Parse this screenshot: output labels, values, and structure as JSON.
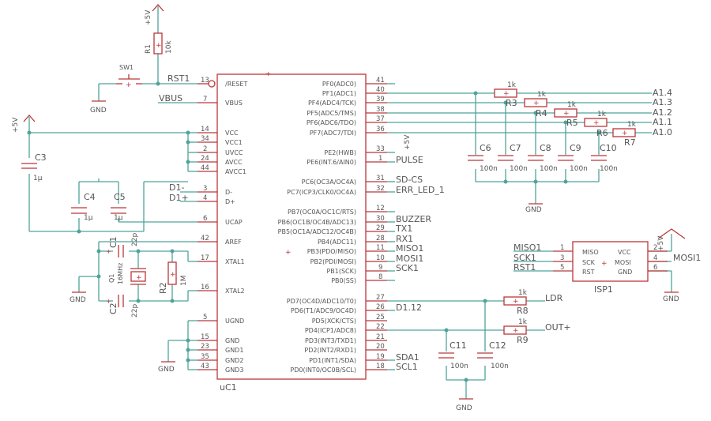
{
  "supply": {
    "vcc": "+5V",
    "gnd": "GND"
  },
  "mcu": {
    "name": "uC1",
    "left_pins": [
      {
        "num": "13",
        "name": "/RESET"
      },
      {
        "num": "7",
        "name": "VBUS"
      },
      {
        "num": "14",
        "name": "VCC"
      },
      {
        "num": "34",
        "name": "VCC1"
      },
      {
        "num": "2",
        "name": "UVCC"
      },
      {
        "num": "24",
        "name": "AVCC"
      },
      {
        "num": "44",
        "name": "AVCC1"
      },
      {
        "num": "3",
        "name": "D-"
      },
      {
        "num": "4",
        "name": "D+"
      },
      {
        "num": "6",
        "name": "UCAP"
      },
      {
        "num": "42",
        "name": "AREF"
      },
      {
        "num": "17",
        "name": "XTAL1"
      },
      {
        "num": "16",
        "name": "XTAL2"
      },
      {
        "num": "5",
        "name": "UGND"
      },
      {
        "num": "15",
        "name": "GND"
      },
      {
        "num": "23",
        "name": "GND1"
      },
      {
        "num": "35",
        "name": "GND2"
      },
      {
        "num": "43",
        "name": "GND3"
      }
    ],
    "right_pins": [
      {
        "num": "41",
        "name": "PF0(ADC0)"
      },
      {
        "num": "40",
        "name": "PF1(ADC1)"
      },
      {
        "num": "39",
        "name": "PF4(ADC4/TCK)"
      },
      {
        "num": "38",
        "name": "PF5(ADC5/TMS)"
      },
      {
        "num": "37",
        "name": "PF6(ADC6/TDO)"
      },
      {
        "num": "36",
        "name": "PF7(ADC7/TDI)"
      },
      {
        "num": "33",
        "name": "PE2(HWB)"
      },
      {
        "num": "1",
        "name": "PE6(INT.6/AIN0)"
      },
      {
        "num": "31",
        "name": "PC6(OC3A/OC4A)"
      },
      {
        "num": "32",
        "name": "PC7(ICP3/CLK0/OC4A)"
      },
      {
        "num": "12",
        "name": "PB7(OC0A/OC1C/RTS)"
      },
      {
        "num": "30",
        "name": "PB6(OC1B/OC4B/ADC13)"
      },
      {
        "num": "29",
        "name": "PB5(OC1A/ADC12/OC4B)"
      },
      {
        "num": "28",
        "name": "PB4(ADC11)"
      },
      {
        "num": "11",
        "name": "PB3(PDO/MISO)"
      },
      {
        "num": "10",
        "name": "PB2(PDI/MOSI)"
      },
      {
        "num": "9",
        "name": "PB1(SCK)"
      },
      {
        "num": "8",
        "name": "PB0(SS)"
      },
      {
        "num": "27",
        "name": "PD7(OC4D/ADC10/T0)"
      },
      {
        "num": "26",
        "name": "PD6(T1/ADC9/OC4D)"
      },
      {
        "num": "25",
        "name": "PD5(XCK/CTS)"
      },
      {
        "num": "22",
        "name": "PD4(ICP1/ADC8)"
      },
      {
        "num": "21",
        "name": "PD3(INT3/TXD1)"
      },
      {
        "num": "20",
        "name": "PD2(INT2/RXD1)"
      },
      {
        "num": "19",
        "name": "PD1(INT1/SDA)"
      },
      {
        "num": "18",
        "name": "PD0(INT0/OC0B/SCL)"
      }
    ]
  },
  "nets": {
    "rst1": "RST1",
    "vbus": "VBUS",
    "d_minus": "D1-",
    "d_plus": "D1+",
    "pulse": "PULSE",
    "sd_cs": "SD-CS",
    "err_led": "ERR_LED_1",
    "buzzer": "BUZZER",
    "tx1": "TX1",
    "rx1": "RX1",
    "miso1": "MISO1",
    "mosi1": "MOSI1",
    "sck1": "SCK1",
    "d1_12": "D1.12",
    "sda1": "SDA1",
    "scl1": "SCL1",
    "ldr": "LDR",
    "out_plus": "OUT+",
    "a14": "A1.4",
    "a13": "A1.3",
    "a12": "A1.2",
    "a11": "A1.1",
    "a10": "A1.0"
  },
  "parts": {
    "r1": {
      "name": "R1",
      "value": "10k"
    },
    "sw1": {
      "name": "SW1"
    },
    "c3": {
      "name": "C3",
      "value": "1µ"
    },
    "c4": {
      "name": "C4",
      "value": "1µ"
    },
    "c5": {
      "name": "C5",
      "value": "1µ"
    },
    "c1": {
      "name": "C1",
      "value": "22p"
    },
    "c2": {
      "name": "C2",
      "value": "22p"
    },
    "q1": {
      "name": "Q1",
      "value": "16MHz"
    },
    "r2": {
      "name": "R2",
      "value": "1M"
    },
    "r3": {
      "name": "R3",
      "value": "1k"
    },
    "r4": {
      "name": "R4",
      "value": "1k"
    },
    "r5": {
      "name": "R5",
      "value": "1k"
    },
    "r6": {
      "name": "R6",
      "value": "1k"
    },
    "r7": {
      "name": "R7",
      "value": "1k"
    },
    "c6": {
      "name": "C6",
      "value": "100n"
    },
    "c7": {
      "name": "C7",
      "value": "100n"
    },
    "c8": {
      "name": "C8",
      "value": "100n"
    },
    "c9": {
      "name": "C9",
      "value": "100n"
    },
    "c10": {
      "name": "C10",
      "value": "100n"
    },
    "r8": {
      "name": "R8",
      "value": "1k"
    },
    "r9": {
      "name": "R9",
      "value": "1k"
    },
    "c11": {
      "name": "C11",
      "value": "100n"
    },
    "c12": {
      "name": "C12",
      "value": "100n"
    }
  },
  "isp": {
    "name": "ISP1",
    "pins": [
      {
        "num": "1",
        "name": "MISO"
      },
      {
        "num": "2",
        "name": "VCC"
      },
      {
        "num": "3",
        "name": "SCK"
      },
      {
        "num": "4",
        "name": "MOSI"
      },
      {
        "num": "5",
        "name": "RST"
      },
      {
        "num": "6",
        "name": "GND"
      }
    ],
    "nets_left": [
      "MISO1",
      "SCK1",
      "RST1"
    ],
    "net_right": "MOSI1"
  },
  "colors": {
    "wire": "#4fa39a",
    "part": "#b9373a",
    "text": "#555555"
  }
}
